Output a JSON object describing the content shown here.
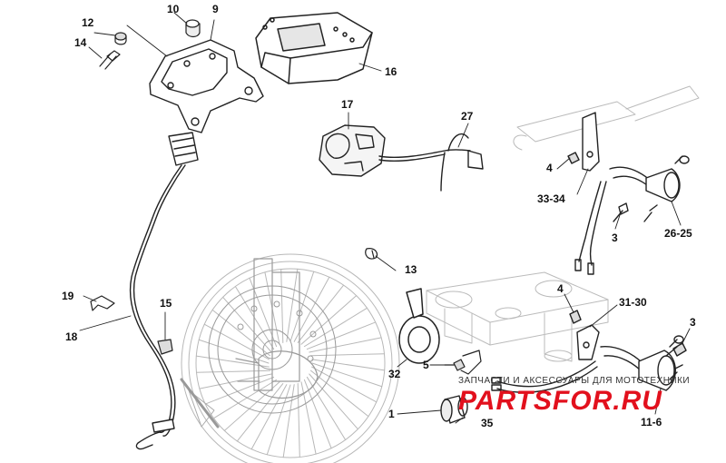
{
  "diagram": {
    "callouts": [
      {
        "id": "label-12",
        "text": "12"
      },
      {
        "id": "label-14",
        "text": "14"
      },
      {
        "id": "label-10",
        "text": "10"
      },
      {
        "id": "label-9",
        "text": "9"
      },
      {
        "id": "label-16",
        "text": "16"
      },
      {
        "id": "label-17",
        "text": "17"
      },
      {
        "id": "label-27",
        "text": "27"
      },
      {
        "id": "label-4a",
        "text": "4"
      },
      {
        "id": "label-33-34",
        "text": "33-34"
      },
      {
        "id": "label-3a",
        "text": "3"
      },
      {
        "id": "label-26-25",
        "text": "26-25"
      },
      {
        "id": "label-13",
        "text": "13"
      },
      {
        "id": "label-19",
        "text": "19"
      },
      {
        "id": "label-15",
        "text": "15"
      },
      {
        "id": "label-18",
        "text": "18"
      },
      {
        "id": "label-4b",
        "text": "4"
      },
      {
        "id": "label-31-30",
        "text": "31-30"
      },
      {
        "id": "label-3b",
        "text": "3"
      },
      {
        "id": "label-32",
        "text": "32"
      },
      {
        "id": "label-5",
        "text": "5"
      },
      {
        "id": "label-1",
        "text": "1"
      },
      {
        "id": "label-35",
        "text": "35"
      },
      {
        "id": "label-11-6",
        "text": "11-6"
      }
    ]
  },
  "watermark": {
    "tagline": "ЗАПЧАСТИ И АКСЕССУАРЫ ДЛЯ МОТОТЕХНИКИ",
    "brand": "PARTSFOR.RU",
    "brand_color": "#e2101d"
  }
}
